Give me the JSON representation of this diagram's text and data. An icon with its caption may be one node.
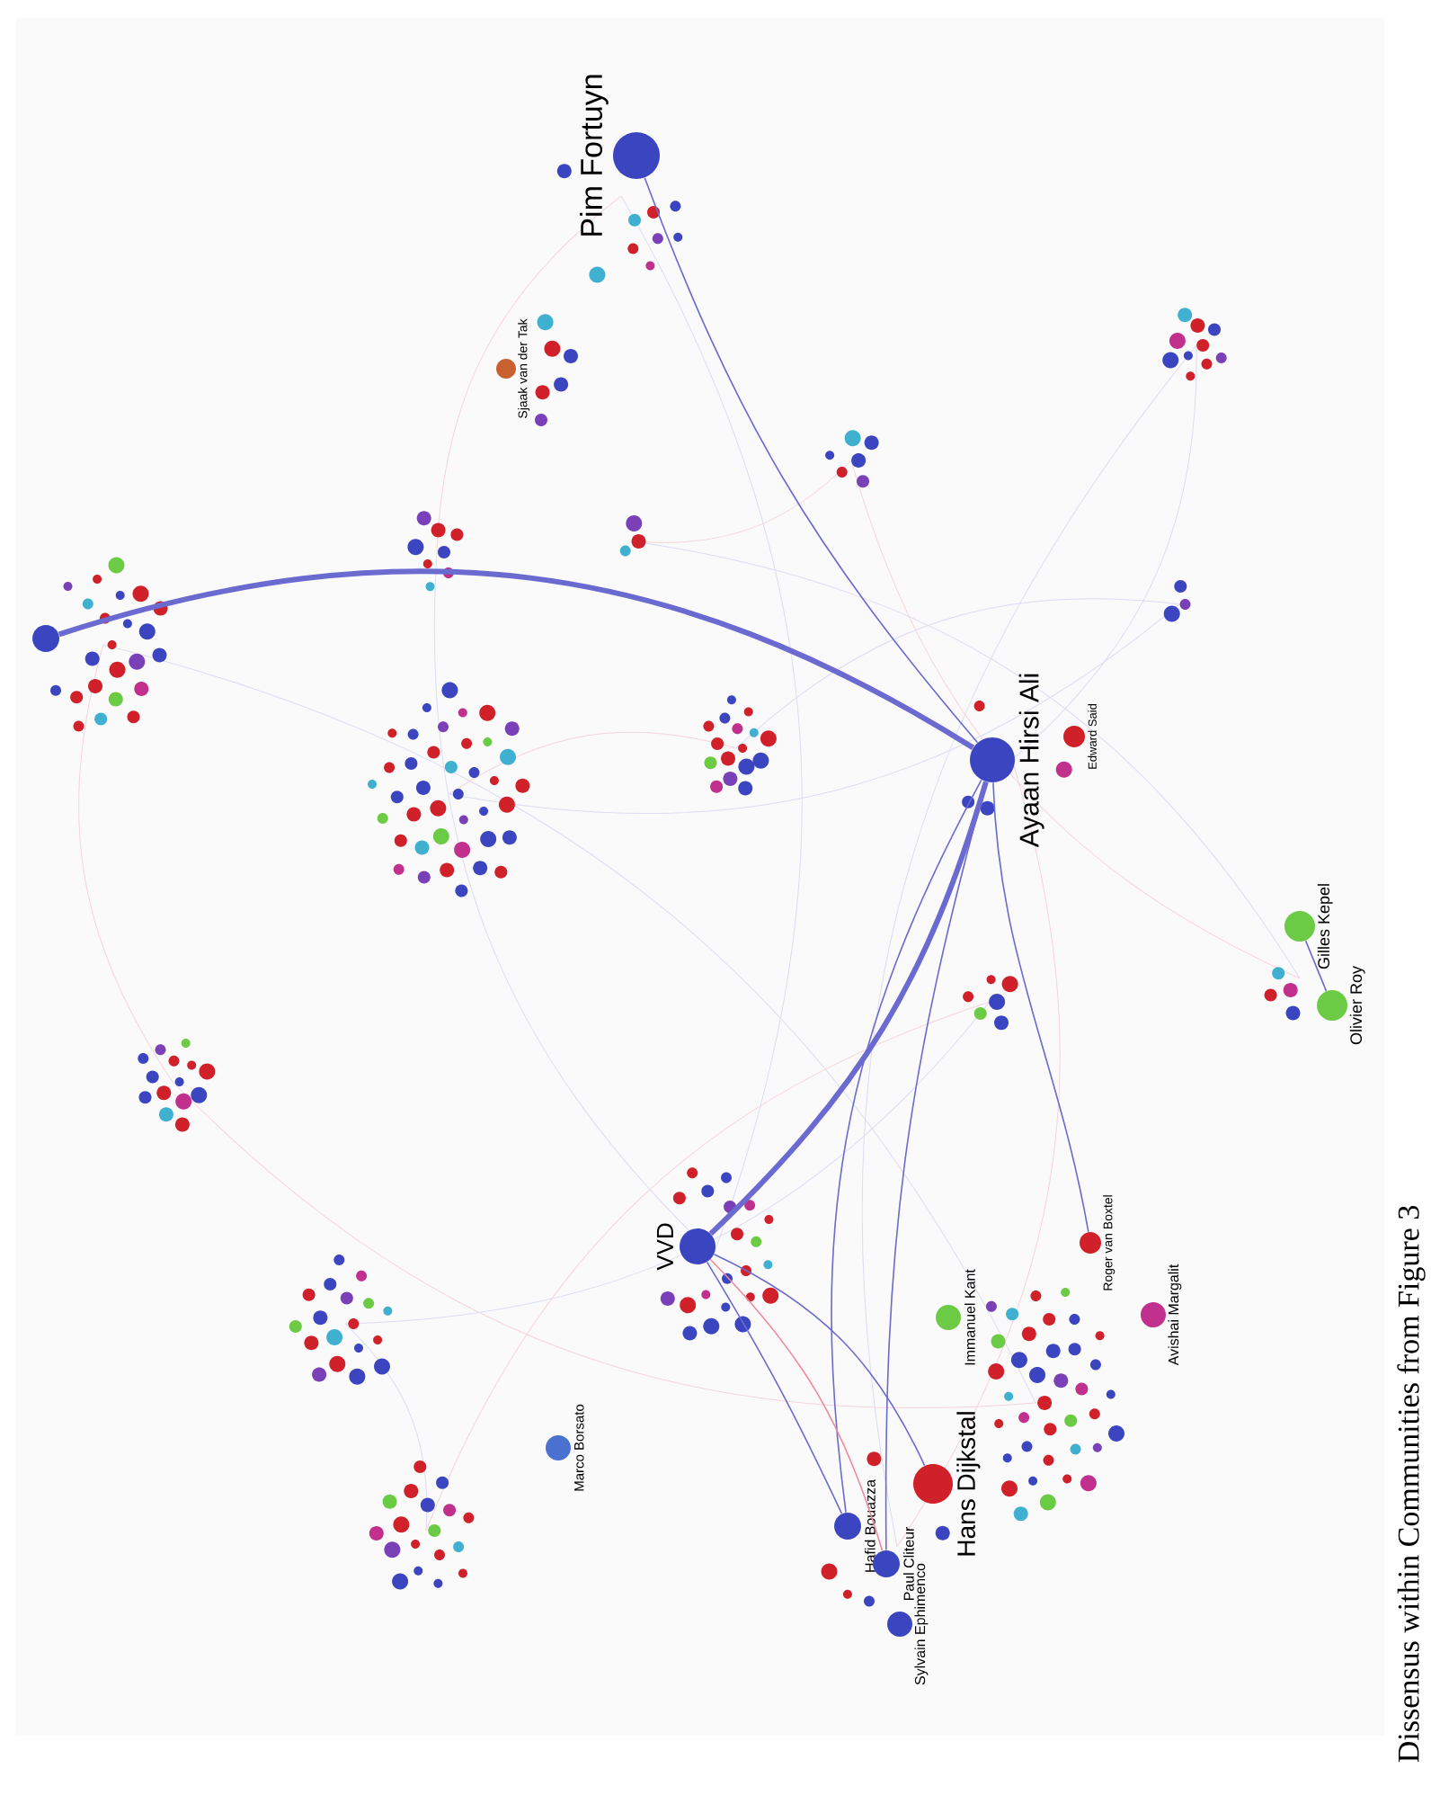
{
  "diagram": {
    "caption": "Dissensus within Communities from Figure 3",
    "nodes": [
      {
        "text": [
          "Pim Fortuyn"
        ]
      },
      {
        "text": [
          "Ayaan Hirsi Ali"
        ]
      },
      {
        "text": [
          "VVD"
        ]
      },
      {
        "text": [
          "Hans Dijkstal"
        ]
      },
      {
        "text": [
          "Gilles Kepel"
        ]
      },
      {
        "text": [
          "Olivier Roy"
        ]
      },
      {
        "text": [
          "Marco Borsato"
        ]
      },
      {
        "text": [
          "Immanuel Kant"
        ]
      },
      {
        "text": [
          "Avishai Margalit"
        ]
      },
      {
        "text": [
          "Roger van Boxtel"
        ]
      },
      {
        "text": [
          "Hafid Bouazza"
        ]
      },
      {
        "text": [
          "Paul Cliteur"
        ]
      },
      {
        "text": [
          "Sylvain Ephimenco"
        ]
      },
      {
        "text": [
          "Edward Said"
        ]
      },
      {
        "text": [
          "Sjaak van der Tak"
        ]
      },
      {
        "text": [],
        "shape": "circle"
      }
    ],
    "edges": [
      {
        "from": 1,
        "to": 15,
        "arrow": "none",
        "style": "thick"
      },
      {
        "from": 1,
        "to": 2,
        "arrow": "none",
        "style": "thick"
      },
      {
        "from": 2,
        "to": 3,
        "arrow": "none"
      },
      {
        "from": 1,
        "to": 10,
        "arrow": "none"
      },
      {
        "from": 1,
        "to": 11,
        "arrow": "none"
      },
      {
        "from": 0,
        "to": 1,
        "arrow": "none"
      },
      {
        "from": 4,
        "to": 5,
        "arrow": "none"
      },
      {
        "from": 1,
        "to": 9,
        "arrow": "none"
      },
      {
        "from": 2,
        "to": 11,
        "arrow": "none",
        "color": "#f08a9a"
      },
      {
        "from": 2,
        "to": 10,
        "arrow": "none"
      }
    ]
  }
}
